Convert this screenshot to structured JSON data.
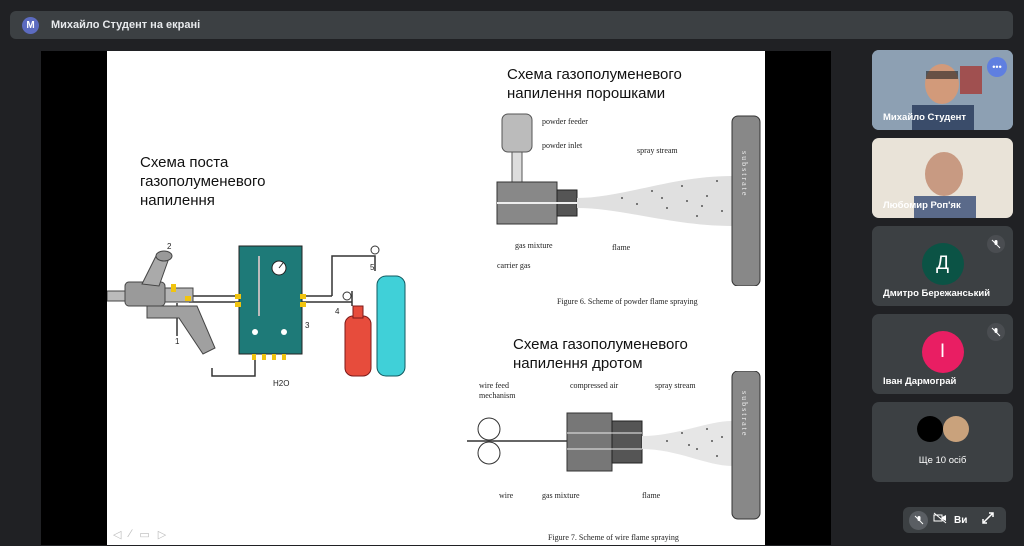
{
  "topbar": {
    "avatar_letter": "М",
    "title": "Михайло Студент на екрані"
  },
  "slide": {
    "left_title": "Схема  поста\nгазополуменевого\nнапилення",
    "right_title1": "Схема газополуменевого\nнапилення порошками",
    "right_title2": "Схема газополуменевого\nнапилення дротом",
    "fig1": {
      "labels": {
        "n1": "1",
        "n2": "2",
        "n3": "3",
        "n4": "4",
        "n5": "5",
        "h2o": "H2O"
      }
    },
    "fig6": {
      "powder_feeder": "powder feeder",
      "powder_inlet": "powder inlet",
      "spray_stream": "spray stream",
      "gas_mixture": "gas mixture",
      "carrier_gas": "carrier gas",
      "flame": "flame",
      "substrate": "s u b s t r a t e",
      "caption": "Figure 6. Scheme of powder flame spraying"
    },
    "fig7": {
      "wire_feed": "wire feed",
      "mechanism": "mechanism",
      "compressed_air": "compressed air",
      "spray_stream": "spray stream",
      "wire": "wire",
      "gas_mixture": "gas mixture",
      "flame": "flame",
      "substrate": "s u b s t r a t e",
      "caption": "Figure 7. Scheme of wire flame spraying"
    }
  },
  "participants": [
    {
      "name": "Михайло Студент"
    },
    {
      "name": "Любомир Роп'як"
    },
    {
      "name": "Дмитро Бережанський",
      "letter": "Д",
      "color": "#0b5345"
    },
    {
      "name": "Іван Дармограй",
      "letter": "І",
      "color": "#e91e63"
    },
    {
      "name": "Ще 10 осіб"
    }
  ],
  "controls": {
    "label": "Ви"
  }
}
